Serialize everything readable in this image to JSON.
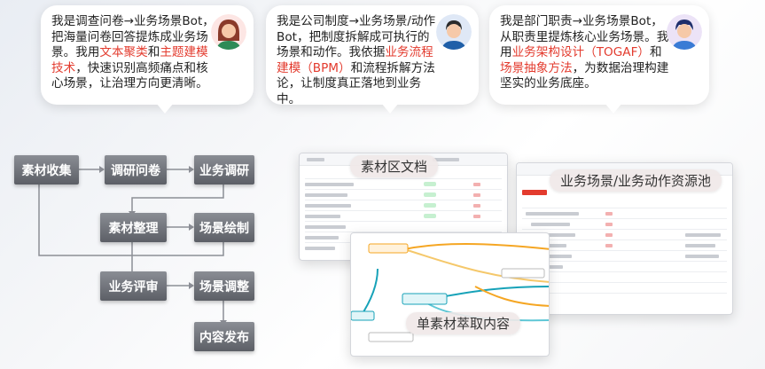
{
  "bubbles": [
    {
      "parts": [
        "我是调查问卷→业务场景Bot，把海量问卷回答提炼成业务场景。我用",
        "文本聚类",
        "和",
        "主题建模技术",
        "，快速识别高频痛点和核心场景，让治理方向更清晰。"
      ]
    },
    {
      "parts": [
        "我是公司制度→业务场景/动作Bot，把制度拆解成可执行的场景和动作。我依据",
        "业务流程建模（BPM）",
        "和流程拆解方法论，让制度真正落地到业务中。"
      ]
    },
    {
      "parts": [
        "我是部门职责→业务场景Bot，从职责里提炼核心业务场景。我用",
        "业务架构设计（TOGAF）",
        "和",
        "场景抽象方法",
        "，为数据治理构建坚实的业务底座。"
      ]
    }
  ],
  "flow": {
    "nodes": [
      "素材收集",
      "调研问卷",
      "业务调研",
      "素材整理",
      "场景绘制",
      "业务评审",
      "场景调整",
      "内容发布"
    ]
  },
  "panels": {
    "docs_label": "素材区文档",
    "pool_label": "业务场景/业务动作资源池",
    "extract_label": "单素材萃取内容"
  },
  "colors": {
    "accent_red": "#e33b2e",
    "flow_box": "#6b6e75",
    "mindmap_orange": "#f5a623",
    "mindmap_teal": "#17a2b8"
  }
}
